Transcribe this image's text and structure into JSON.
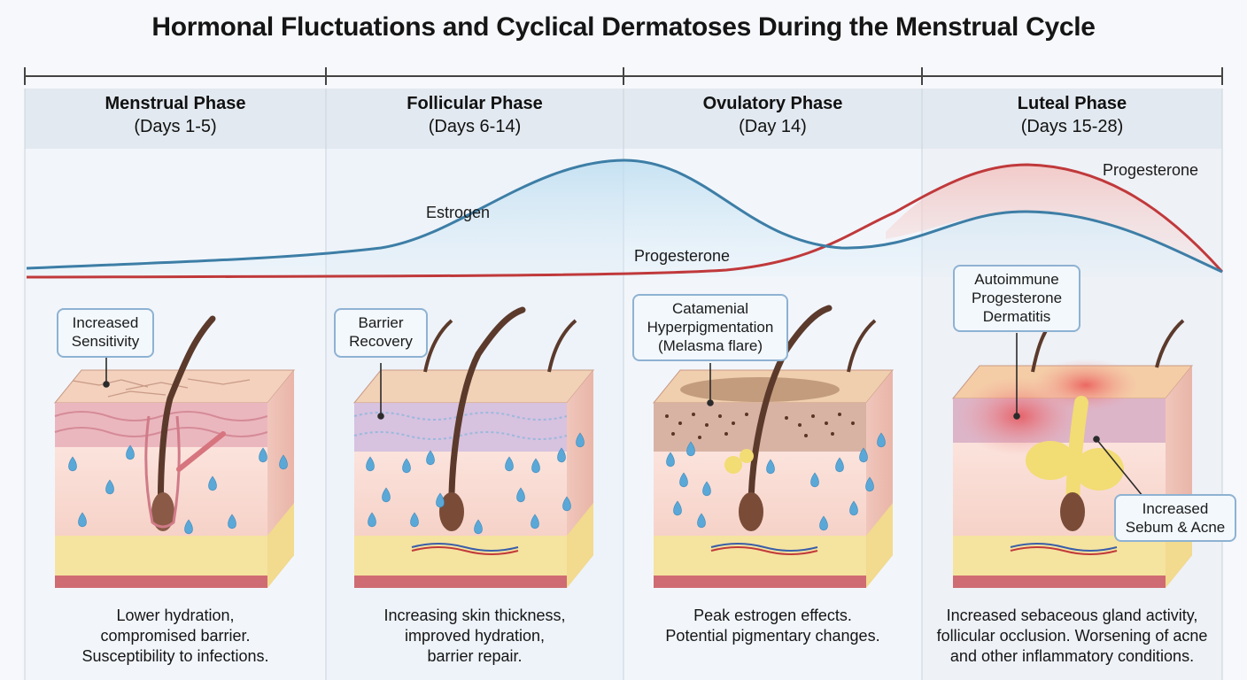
{
  "title": "Hormonal Fluctuations and Cyclical Dermatoses During the Menstrual Cycle",
  "colors": {
    "estrogen": "#3d7ea6",
    "progesterone": "#c0393b",
    "header_band": "#e4eaf1",
    "callout_border": "#8eb2d2"
  },
  "phases": [
    {
      "name": "Menstrual Phase",
      "days": "(Days 1-5)",
      "callout": [
        "Increased",
        "Sensitivity"
      ],
      "caption": [
        "Lower hydration,",
        "compromised barrier.",
        "Susceptibility to infections."
      ]
    },
    {
      "name": "Follicular Phase",
      "days": "(Days 6-14)",
      "callout": [
        "Barrier",
        "Recovery"
      ],
      "caption": [
        "Increasing skin thickness,",
        "improved hydration,",
        "barrier repair."
      ]
    },
    {
      "name": "Ovulatory Phase",
      "days": "(Day 14)",
      "callout": [
        "Catamenial",
        "Hyperpigmentation",
        "(Melasma flare)"
      ],
      "caption": [
        "Peak estrogen effects.",
        "Potential pigmentary changes."
      ]
    },
    {
      "name": "Luteal Phase",
      "days": "(Days 15-28)",
      "callout": [
        "Autoimmune",
        "Progesterone",
        "Dermatitis"
      ],
      "callout2": [
        "Increased",
        "Sebum & Acne"
      ],
      "caption": [
        "Increased sebaceous gland activity,",
        "follicular occlusion. Worsening of acne",
        "and other inflammatory conditions."
      ]
    }
  ],
  "hormones": {
    "estrogen_label": "Estrogen",
    "progesterone_label_mid": "Progesterone",
    "progesterone_label_right": "Progesterone"
  }
}
